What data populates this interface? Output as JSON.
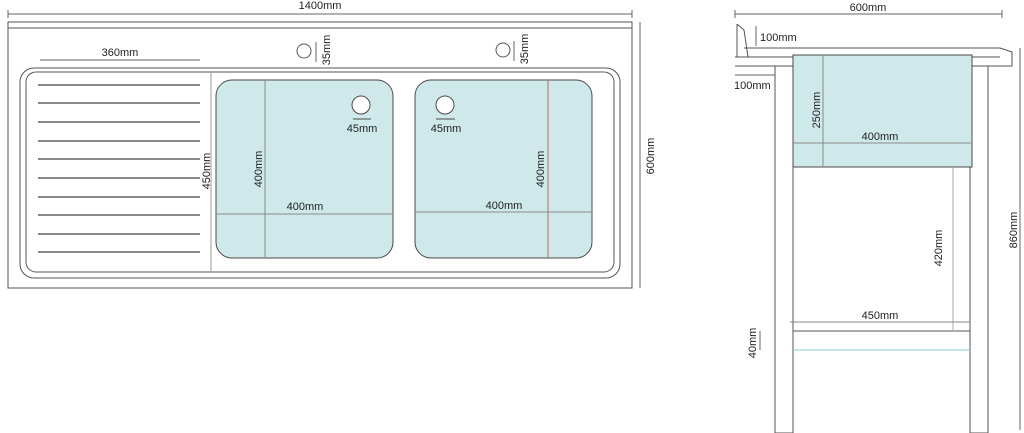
{
  "colors": {
    "line": "#555555",
    "dim_line": "#666666",
    "basin_fill": "#cfe9ea",
    "basin_stroke": "#4a4a4a",
    "water_line": "#8cc9cb",
    "accent_line": "#b07060"
  },
  "top_view": {
    "width_label": "1400mm",
    "depth_label": "600mm",
    "drainboard_width_label": "360mm",
    "tap_hole_offset_labels": [
      "35mm",
      "35mm"
    ],
    "drain_hole_labels": [
      "45mm",
      "45mm"
    ],
    "basin_height_labels": [
      "400mm",
      "400mm"
    ],
    "basin_width_labels": [
      "400mm",
      "400mm"
    ],
    "basin_depth_label": "450mm"
  },
  "side_view": {
    "width_label": "600mm",
    "backsplash_height_label": "100mm",
    "front_edge_label": "100mm",
    "basin_depth_label": "250mm",
    "basin_width_label": "400mm",
    "shelf_gap_label": "420mm",
    "shelf_width_label": "450mm",
    "shelf_thickness_label": "40mm",
    "total_height_label": "860mm"
  }
}
